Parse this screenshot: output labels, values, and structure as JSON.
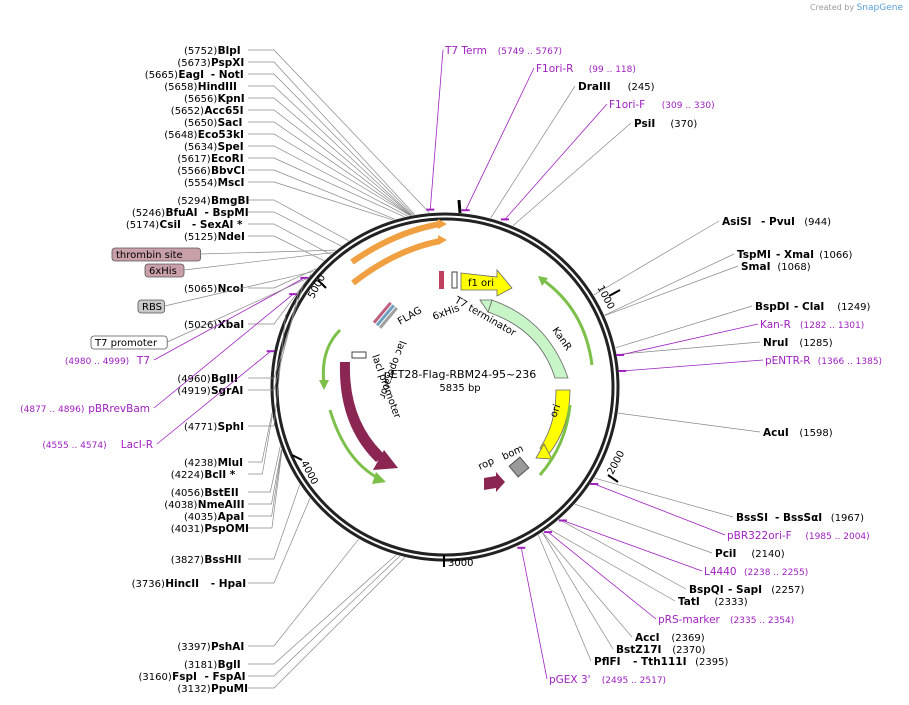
{
  "credit": {
    "prefix": "Created by",
    "brand": "SnapGene"
  },
  "plasmid": {
    "name": "pET28-Flag-RBM24-95~236",
    "size_label": "5835 bp"
  },
  "ticks": [
    "1000",
    "2000",
    "3000",
    "4000",
    "5000"
  ],
  "colors": {
    "site_name": "#000000",
    "primer": "#a020c0",
    "feature_box": "#c9a0a8",
    "gray_box": "#c8c8c8"
  },
  "sites_left": [
    {
      "pos": "(5752)",
      "name": "BlpI"
    },
    {
      "pos": "(5673)",
      "name": "PspXI"
    },
    {
      "pos": "(5665)",
      "name": "EagI",
      "name2": "NotI"
    },
    {
      "pos": "(5658)",
      "name": "HindIII"
    },
    {
      "pos": "(5656)",
      "name": "KpnI"
    },
    {
      "pos": "(5652)",
      "name": "Acc65I"
    },
    {
      "pos": "(5650)",
      "name": "SacI"
    },
    {
      "pos": "(5648)",
      "name": "Eco53kI"
    },
    {
      "pos": "(5634)",
      "name": "SpeI"
    },
    {
      "pos": "(5617)",
      "name": "EcoRI"
    },
    {
      "pos": "(5566)",
      "name": "BbvCI"
    },
    {
      "pos": "(5554)",
      "name": "MscI"
    },
    {
      "pos": "(5294)",
      "name": "BmgBI"
    },
    {
      "pos": "(5246)",
      "name": "BfuAI",
      "name2": "BspMI"
    },
    {
      "pos": "(5174)",
      "name": "CsiI",
      "name2": "SexAI *"
    },
    {
      "pos": "(5125)",
      "name": "NdeI"
    },
    {
      "pos": "(5065)",
      "name": "NcoI"
    },
    {
      "pos": "(5026)",
      "name": "XbaI"
    },
    {
      "pos": "(4960)",
      "name": "BglII"
    },
    {
      "pos": "(4919)",
      "name": "SgrAI"
    },
    {
      "pos": "(4771)",
      "name": "SphI"
    },
    {
      "pos": "(4238)",
      "name": "MluI"
    },
    {
      "pos": "(4224)",
      "name": "BclI *"
    },
    {
      "pos": "(4056)",
      "name": "BstEII"
    },
    {
      "pos": "(4038)",
      "name": "NmeAIII"
    },
    {
      "pos": "(4035)",
      "name": "ApaI"
    },
    {
      "pos": "(4031)",
      "name": "PspOMI"
    },
    {
      "pos": "(3827)",
      "name": "BssHII"
    },
    {
      "pos": "(3736)",
      "name": "HincII",
      "name2": "HpaI"
    },
    {
      "pos": "(3397)",
      "name": "PshAI"
    },
    {
      "pos": "(3181)",
      "name": "BglI"
    },
    {
      "pos": "(3160)",
      "name": "FspI",
      "name2": "FspAI"
    },
    {
      "pos": "(3132)",
      "name": "PpuMI"
    }
  ],
  "sites_right": [
    {
      "name": "DraIII",
      "pos": "(245)"
    },
    {
      "name": "PsiI",
      "pos": "(370)"
    },
    {
      "name": "AsiSI",
      "name2": "PvuI",
      "pos": "(944)"
    },
    {
      "name": "TspMI",
      "name2": "XmaI",
      "pos": "(1066)"
    },
    {
      "name": "SmaI",
      "pos": "(1068)"
    },
    {
      "name": "BspDI",
      "name2": "ClaI",
      "pos": "(1249)"
    },
    {
      "name": "NruI",
      "pos": "(1285)"
    },
    {
      "name": "AcuI",
      "pos": "(1598)"
    },
    {
      "name": "BssSI",
      "name2": "BssSαI",
      "pos": "(1967)"
    },
    {
      "name": "PciI",
      "pos": "(2140)"
    },
    {
      "name": "BspQI",
      "name2": "SapI",
      "pos": "(2257)"
    },
    {
      "name": "TatI",
      "pos": "(2333)"
    },
    {
      "name": "AccI",
      "pos": "(2369)"
    },
    {
      "name": "BstZ17I",
      "pos": "(2370)"
    },
    {
      "name": "PflFI",
      "name2": "Tth111I",
      "pos": "(2395)"
    }
  ],
  "primers": [
    {
      "name": "T7 Term",
      "range": "(5749 .. 5767)"
    },
    {
      "name": "F1ori-R",
      "range": "(99 .. 118)"
    },
    {
      "name": "F1ori-F",
      "range": "(309 .. 330)"
    },
    {
      "name": "Kan-R",
      "range": "(1282 .. 1301)"
    },
    {
      "name": "pENTR-R",
      "range": "(1366 .. 1385)"
    },
    {
      "name": "pBR322ori-F",
      "range": "(1985 .. 2004)"
    },
    {
      "name": "L4440",
      "range": "(2238 .. 2255)"
    },
    {
      "name": "pRS-marker",
      "range": "(2335 .. 2354)"
    },
    {
      "name": "pGEX 3'",
      "range": "(2495 .. 2517)"
    },
    {
      "name": "T7",
      "range": "(4980 .. 4999)"
    },
    {
      "name": "pBRrevBam",
      "range": "(4877 .. 4896)"
    },
    {
      "name": "LacI-R",
      "range": "(4555 .. 4574)"
    }
  ],
  "feature_boxes": [
    "thrombin site",
    "6xHis",
    "RBS",
    "T7 promoter"
  ],
  "inner_features": [
    "FLAG",
    "6xHis",
    "T7 terminator",
    "f1 ori",
    "KanR",
    "ori",
    "bom",
    "rop",
    "lacI",
    "lacI promoter",
    "lac operator"
  ]
}
